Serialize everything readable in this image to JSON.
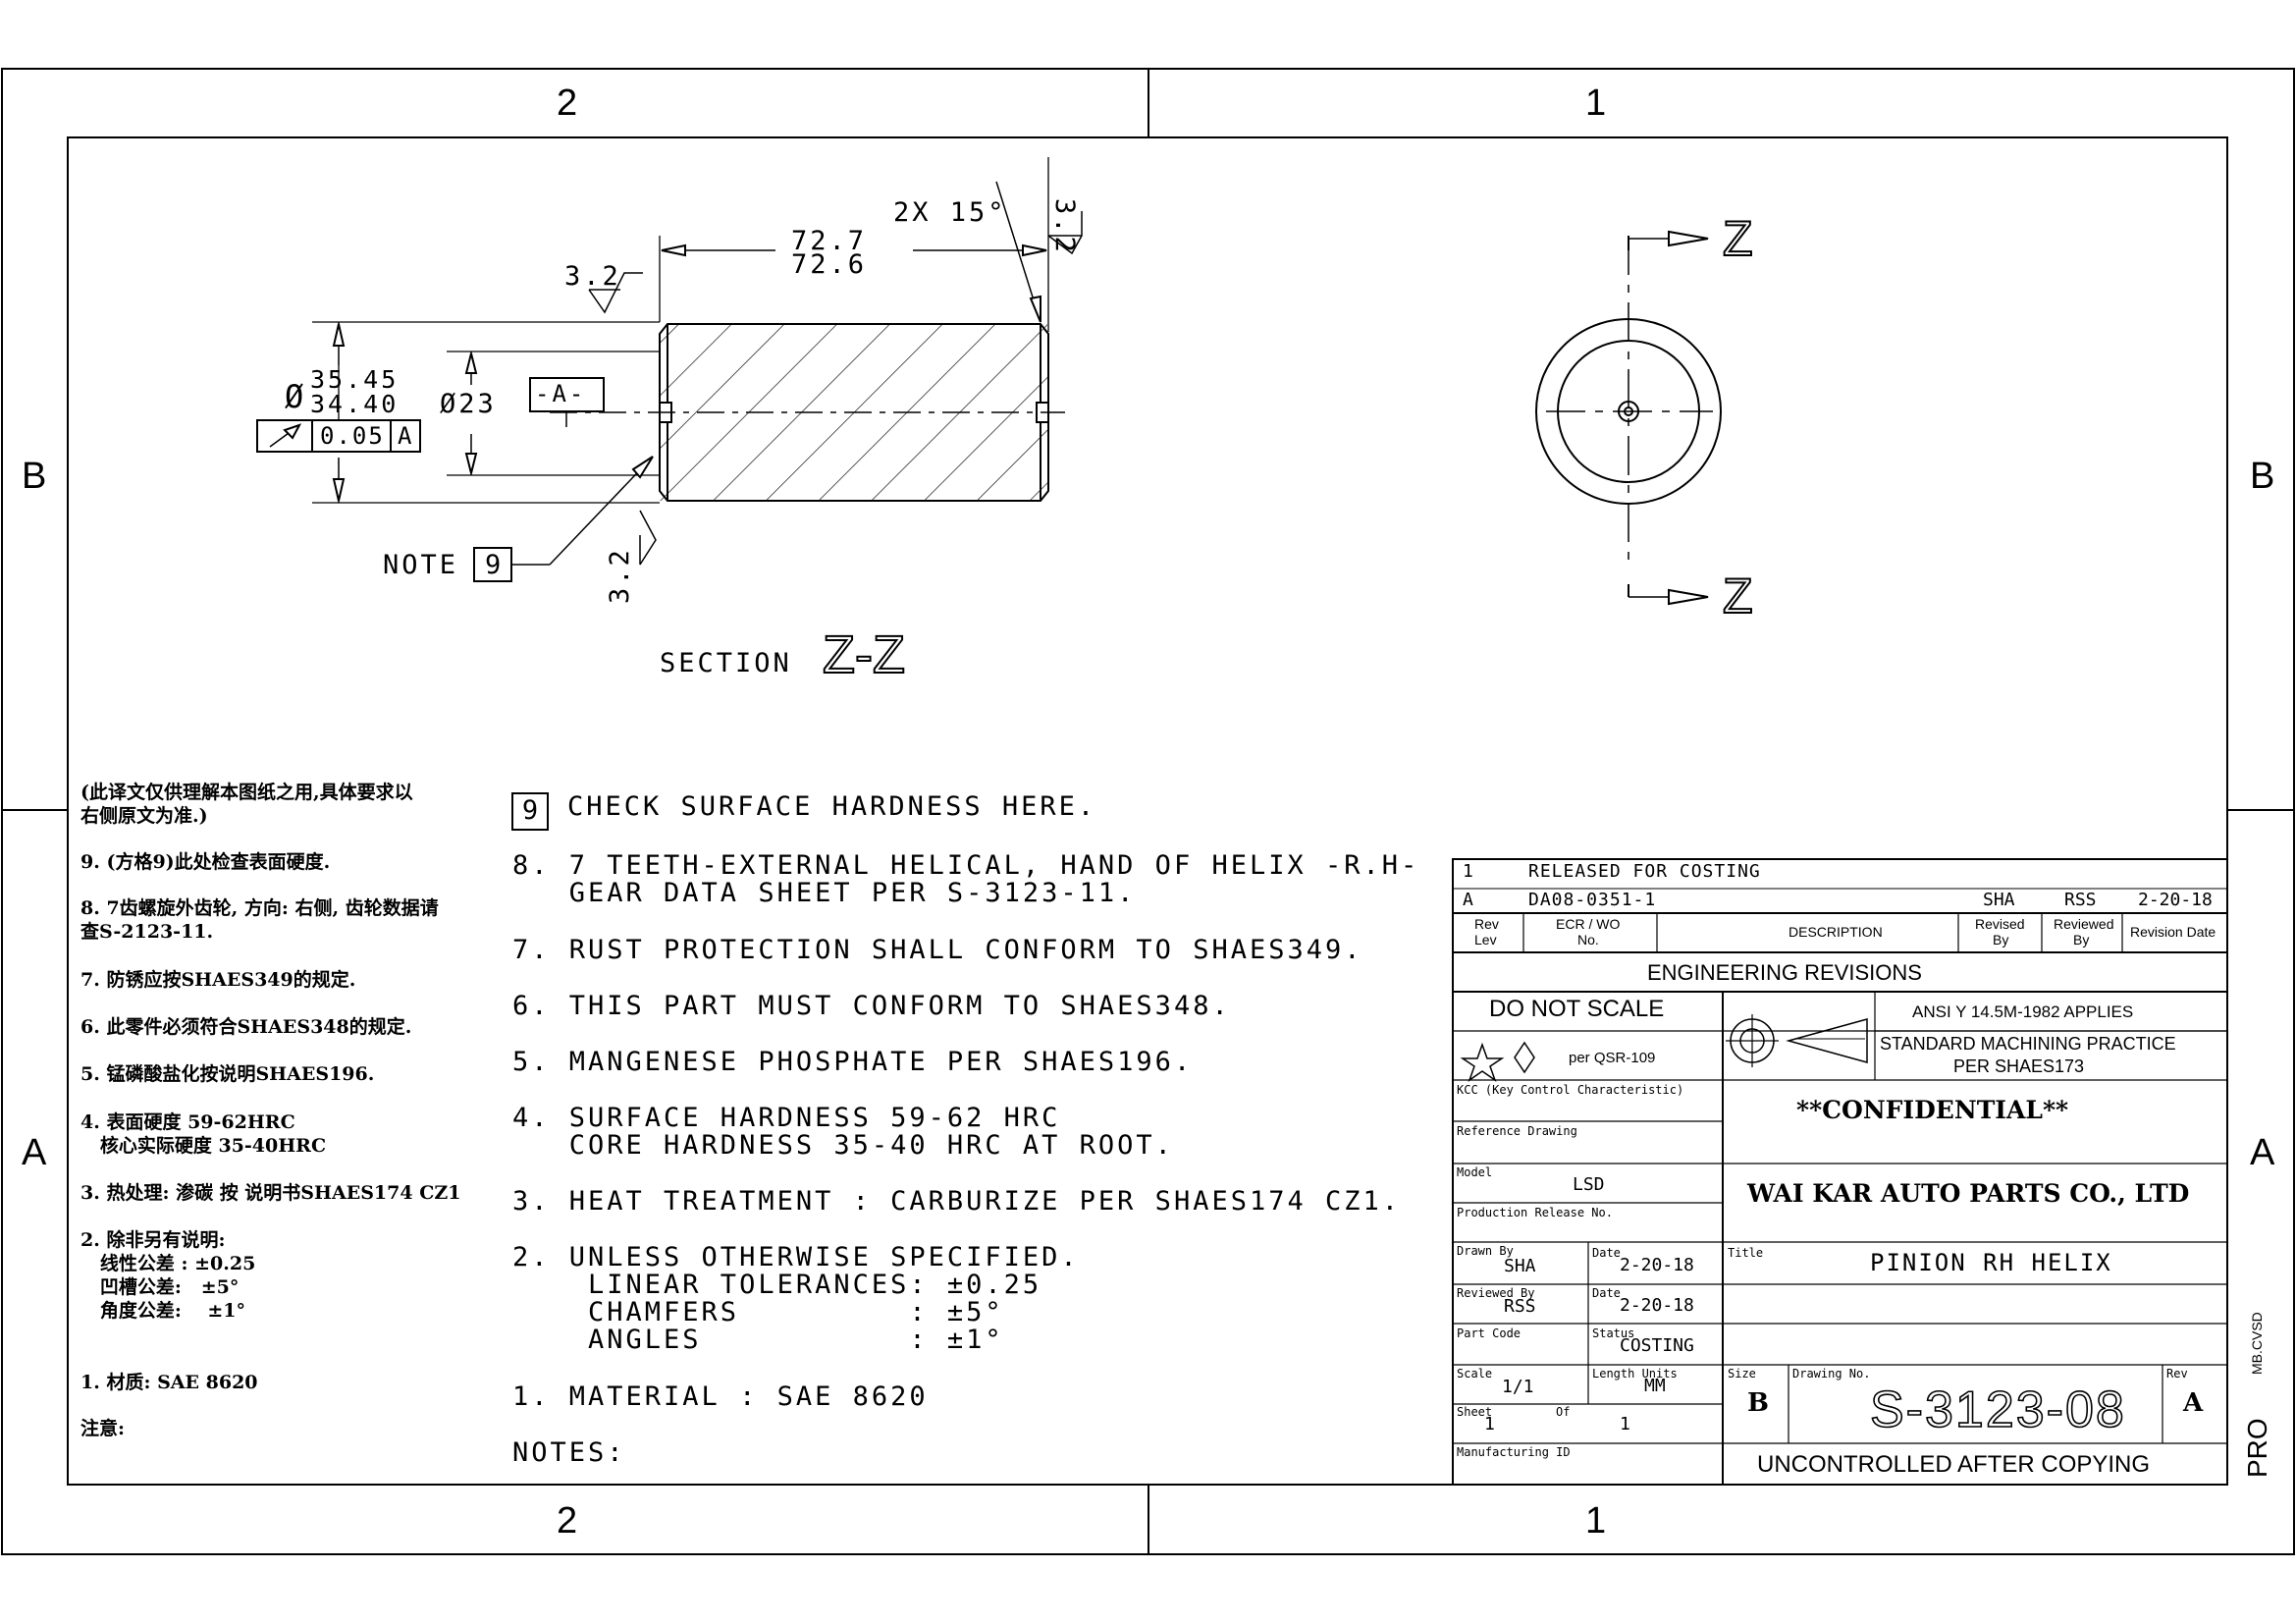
{
  "zones": {
    "top_left": "2",
    "top_right": "1",
    "bottom_left": "2",
    "bottom_right": "1",
    "left_top": "B",
    "left_bottom": "A",
    "right_top": "B",
    "right_bottom": "A"
  },
  "section": {
    "dim_length_upper": "72.7",
    "dim_length_lower": "72.6",
    "chamfer": "2X 15°",
    "roughness_top": "3.2",
    "roughness_right": "3.2",
    "roughness_bottom": "3.2",
    "dia_symbol": "Ø",
    "dia_outer_upper": "35.45",
    "dia_outer_lower": "34.40",
    "dia_inner": "Ø23",
    "datum": "-A-",
    "runout_value": "0.05",
    "runout_datum": "A",
    "note_label": "NOTE",
    "note_number": "9",
    "title_prefix": "SECTION",
    "title_letters": "Z-Z"
  },
  "view_z": {
    "top": "Z",
    "bottom": "Z"
  },
  "chinese_notes": [
    "(此译文仅供理解本图纸之用,具体要求以",
    "右侧原文为准.)",
    "9. (方格9)此处检查表面硬度.",
    "8. 7齿螺旋外齿轮, 方向: 右侧, 齿轮数据请",
    "查S-2123-11.",
    "7. 防锈应按SHAES349的规定.",
    "6. 此零件必须符合SHAES348的规定.",
    "5. 锰磷酸盐化按说明SHAES196.",
    "4. 表面硬度 59-62HRC",
    "   核心实际硬度 35-40HRC",
    "3. 热处理: 渗碳 按 说明书SHAES174 CZ1",
    "2. 除非另有说明:",
    "   线性公差 : ±0.25",
    "   凹槽公差:   ±5°",
    "   角度公差:    ±1°",
    "1. 材质: SAE 8620",
    "注意:"
  ],
  "notes": {
    "n9_box": "9",
    "n9": "CHECK SURFACE HARDNESS HERE.",
    "n8_1": "8. 7 TEETH-EXTERNAL HELICAL, HAND OF HELIX -R.H-",
    "n8_2": "   GEAR DATA SHEET PER S-3123-11.",
    "n7": "7. RUST PROTECTION SHALL CONFORM TO SHAES349.",
    "n6": "6. THIS PART MUST CONFORM TO SHAES348.",
    "n5": "5. MANGENESE PHOSPHATE PER SHAES196.",
    "n4_1": "4. SURFACE HARDNESS 59-62 HRC",
    "n4_2": "   CORE HARDNESS 35-40 HRC AT ROOT.",
    "n3": "3. HEAT TREATMENT : CARBURIZE PER SHAES174 CZ1.",
    "n2_1": "2. UNLESS OTHERWISE SPECIFIED.",
    "n2_2": "    LINEAR TOLERANCES: ±0.25",
    "n2_3": "    CHAMFERS         : ±5°",
    "n2_4": "    ANGLES           : ±1°",
    "n1": "1. MATERIAL : SAE 8620",
    "title": "NOTES:"
  },
  "title_block": {
    "rev1_lev": "1",
    "rev1_desc": "RELEASED FOR COSTING",
    "rev2_lev": "A",
    "rev2_ecr": "DA08-0351-1",
    "rev2_revised": "SHA",
    "rev2_reviewed": "RSS",
    "rev2_date": "2-20-18",
    "h_rev": "Rev",
    "h_lev": "Lev",
    "h_ecr": "ECR / WO",
    "h_no": "No.",
    "h_desc": "DESCRIPTION",
    "h_revised": "Revised",
    "h_by": "By",
    "h_reviewed": "Reviewed",
    "h_by2": "By",
    "h_date": "Revision Date",
    "eng_revisions": "ENGINEERING REVISIONS",
    "do_not_scale": "DO NOT SCALE",
    "per_qsr": "per QSR-109",
    "ansi": "ANSI Y 14.5M-1982 APPLIES",
    "std1": "STANDARD MACHINING PRACTICE",
    "std2": "PER SHAES173",
    "kcc": "KCC (Key Control Characteristic)",
    "confidential": "**CONFIDENTIAL**",
    "ref_drawing": "Reference Drawing",
    "model_label": "Model",
    "model": "LSD",
    "company": "WAI KAR AUTO PARTS CO., LTD",
    "prod_release": "Production Release No.",
    "drawn_by_label": "Drawn By",
    "drawn_by": "SHA",
    "date_label": "Date",
    "drawn_date": "2-20-18",
    "title_label": "Title",
    "title": "PINION RH HELIX",
    "reviewed_by_label": "Reviewed By",
    "reviewed_by": "RSS",
    "date_label2": "Date",
    "reviewed_date": "2-20-18",
    "part_code_label": "Part Code",
    "status_label": "Status",
    "status": "COSTING",
    "scale_label": "Scale",
    "scale": "1/1",
    "units_label": "Length Units",
    "units": "MM",
    "size_label": "Size",
    "size": "B",
    "drawing_no_label": "Drawing No.",
    "drawing_no": "S-3123-08",
    "rev_label": "Rev",
    "rev": "A",
    "sheet_label": "Sheet",
    "sheet": "1",
    "of_label": "Of",
    "of": "1",
    "mfg_id": "Manufacturing ID",
    "uncontrolled": "UNCONTROLLED AFTER COPYING",
    "side_mb": "MB.CVSD",
    "side_pro": "PRO"
  }
}
